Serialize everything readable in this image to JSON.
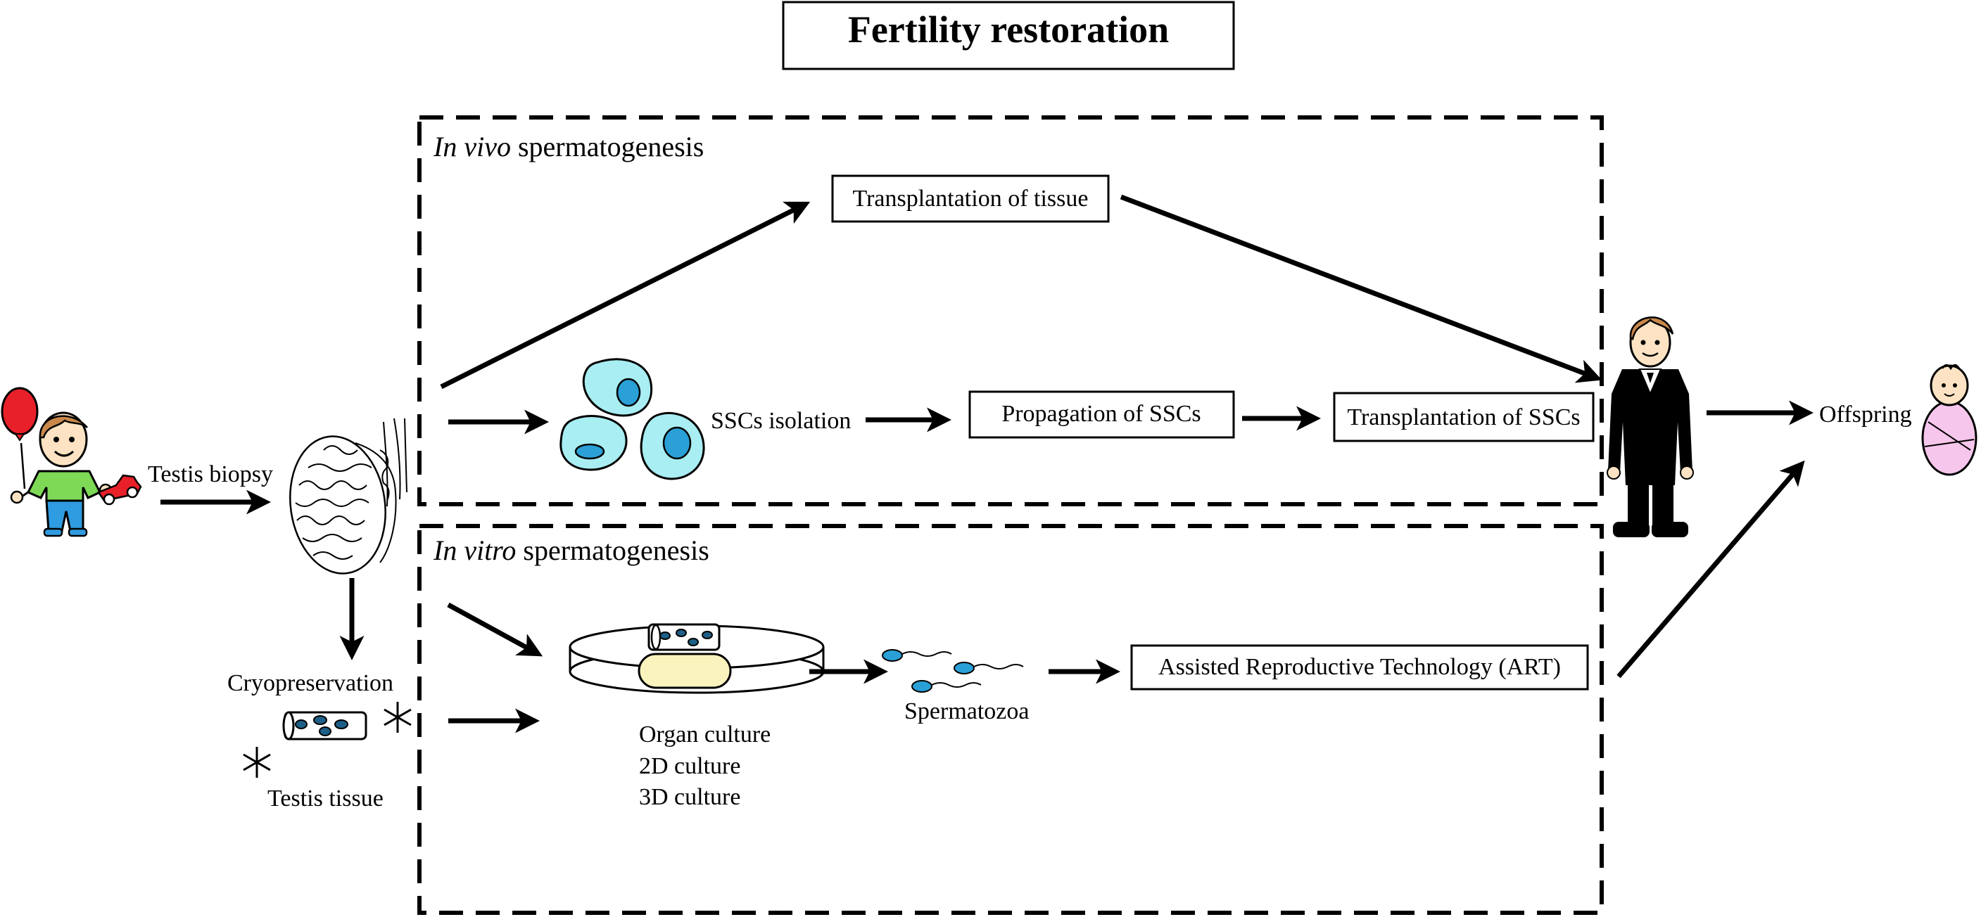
{
  "title": "Fertility restoration",
  "sections": {
    "in_vivo": {
      "italic": "In vivo",
      "rest": " spermatogenesis"
    },
    "in_vitro": {
      "italic": "In vitro",
      "rest": " spermatogenesis"
    }
  },
  "labels": {
    "testis_biopsy": "Testis biopsy",
    "cryopreservation": "Cryopreservation",
    "testis_tissue": "Testis tissue",
    "ssc_isolation": "SSCs isolation",
    "spermatozoa": "Spermatozoa",
    "offspring": "Offspring",
    "culture": [
      "Organ culture",
      "2D culture",
      "3D culture"
    ]
  },
  "boxes": {
    "transplant_tissue": "Transplantation of tissue",
    "propagation": "Propagation of SSCs",
    "transplant_sscs": "Transplantation of SSCs",
    "art": "Assisted Reproductive Technology (ART)"
  },
  "colors": {
    "cell_fill": "#a8eef2",
    "nucleus": "#2aa0d6",
    "shirt": "#7ed957",
    "pants": "#2f9be0",
    "balloon": "#e8202a",
    "car": "#e8202a",
    "hair": "#c9884a",
    "skin": "#fde3c3",
    "blanket": "#f7c6ec",
    "dish_gel": "#fbf3bd"
  }
}
